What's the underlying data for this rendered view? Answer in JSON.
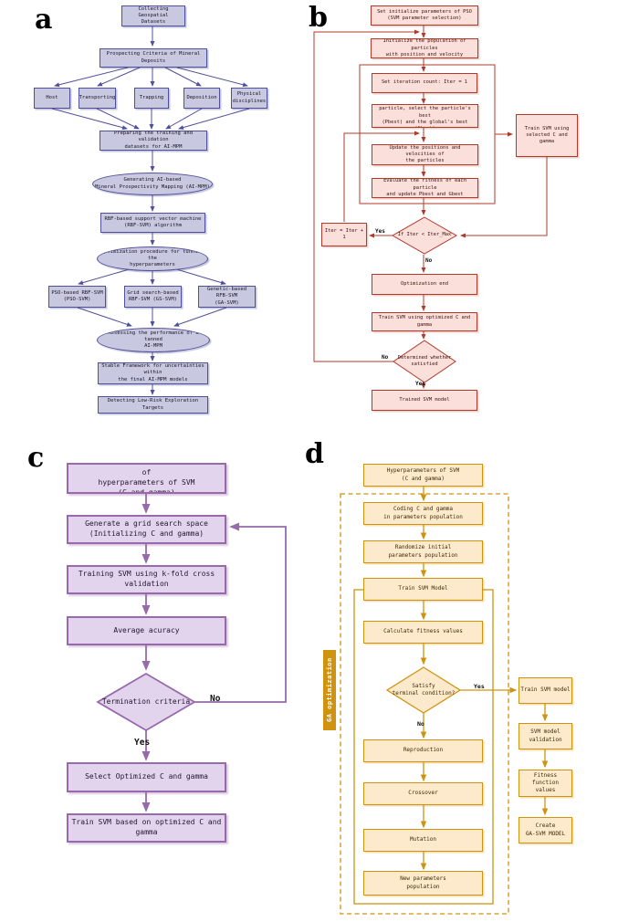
{
  "colors": {
    "background": "#ffffff",
    "panel_a_fill": "#c9c8e1",
    "panel_a_border": "#50509a",
    "panel_b_fill": "#fbdfda",
    "panel_b_border": "#b13a2b",
    "panel_c_fill": "#e3d4ed",
    "panel_c_border": "#9869ab",
    "panel_d_fill": "#fdeacc",
    "panel_d_border": "#d09310"
  },
  "panel_a": {
    "label": "a",
    "nodes": {
      "collect": "Collecting Geospatial\nDatasets",
      "criteria": "Prospecting Criteria of Mineral\nDeposits",
      "host": "Host",
      "transporting": "Transporting",
      "trapping": "Trapping",
      "deposition": "Deposition",
      "physical": "Physical\ndisciplines",
      "preparing": "Preparing the training and validation\ndatasets for AI-MPM",
      "generating": "Generating AI-based\nMineral Prospectivity Mapping (AI-MPM)",
      "rbf": "RBF-based support vector machine\n(RBF-SVM) algorithm",
      "optimization": "Optimization procedure for tunning the\nhyperparameters",
      "pso": "PSO-based RBF-SVM\n(PSO-SVM)",
      "grid": "Grid search-based\nRBF-SVM (GS-SVM)",
      "genetic": "Genetic-based RFB-SVM\n(GA-SVM)",
      "assessing": "Assessing the performance of a tanned\nAI-MPM",
      "stable": "Stable Framework for uncertainties\nwithin\nthe final AI-MPM models",
      "detecting": "Detecting Low-Risk Exploration Targets"
    }
  },
  "panel_b": {
    "label": "b",
    "nodes": {
      "init_params": "Set initialize parameters of PSO\n(SVM parameter selection)",
      "init_pop": "Initialize the population of particles\nwith position and velocity",
      "iter_count": "Set iteration count: Iter = 1",
      "calc_fitness": "Calculate initial fitness of each\nparticle, select the particle's best\n(Pbest) and the global's best (Gbest)",
      "update_pos": "Update the positions and velocities of\nthe particles",
      "eval_fitness": "Evaluate the fitness of each particle\nand update Pbest and Gbest",
      "train_selected": "Train SVM using\nselected C and gamma",
      "iter_diamond": "If Iter < Iter_Max",
      "iter_inc": "Iter = Iter + 1",
      "opt_end": "Optimization end",
      "train_opt": "Train SVM using optimized C and gamma",
      "satisfied_diamond": "Determined whether\nsatisfied",
      "trained": "Trained SVM model"
    },
    "labels": {
      "yes1": "Yes",
      "no1": "No",
      "no2": "No",
      "yes2": "Yes"
    }
  },
  "panel_c": {
    "label": "c",
    "nodes": {
      "define": "Define minimum and maximum values of\nhyperparameters of SVM\n(C and gamma)",
      "generate": "Generate a grid search space\n(Initializing C and gamma)",
      "training": "Training SVM using k-fold cross\nvalidation",
      "average": "Average acuracy",
      "termination": "Termination criteria",
      "select": "Select Optimized C and gamma",
      "train": "Train SVM based on optimized C and\ngamma"
    },
    "labels": {
      "no": "No",
      "yes": "Yes"
    }
  },
  "panel_d": {
    "label": "d",
    "ga_tab": "GA optimization",
    "nodes": {
      "hyper": "Hyperparameters of SVM\n(C and gamma)",
      "coding": "Coding C and gamma\nin parameters population",
      "randomize": "Randomize initial\nparameters population",
      "train_model": "Train SVM Model",
      "calc_fitness": "Calculate fitness values",
      "satisfy_diamond": "Satisfy\nterminal condition?",
      "reproduction": "Reproduction",
      "crossover": "Crossover",
      "mutation": "Mutation",
      "new_pop": "New parameters\npopulation",
      "train_svm": "Train SVM model",
      "validation": "SVM model\nvalidation",
      "fitness_values": "Fitness function\nvalues",
      "create": "Create\nGA-SVM MODEL"
    },
    "labels": {
      "yes": "Yes",
      "no": "No"
    }
  }
}
